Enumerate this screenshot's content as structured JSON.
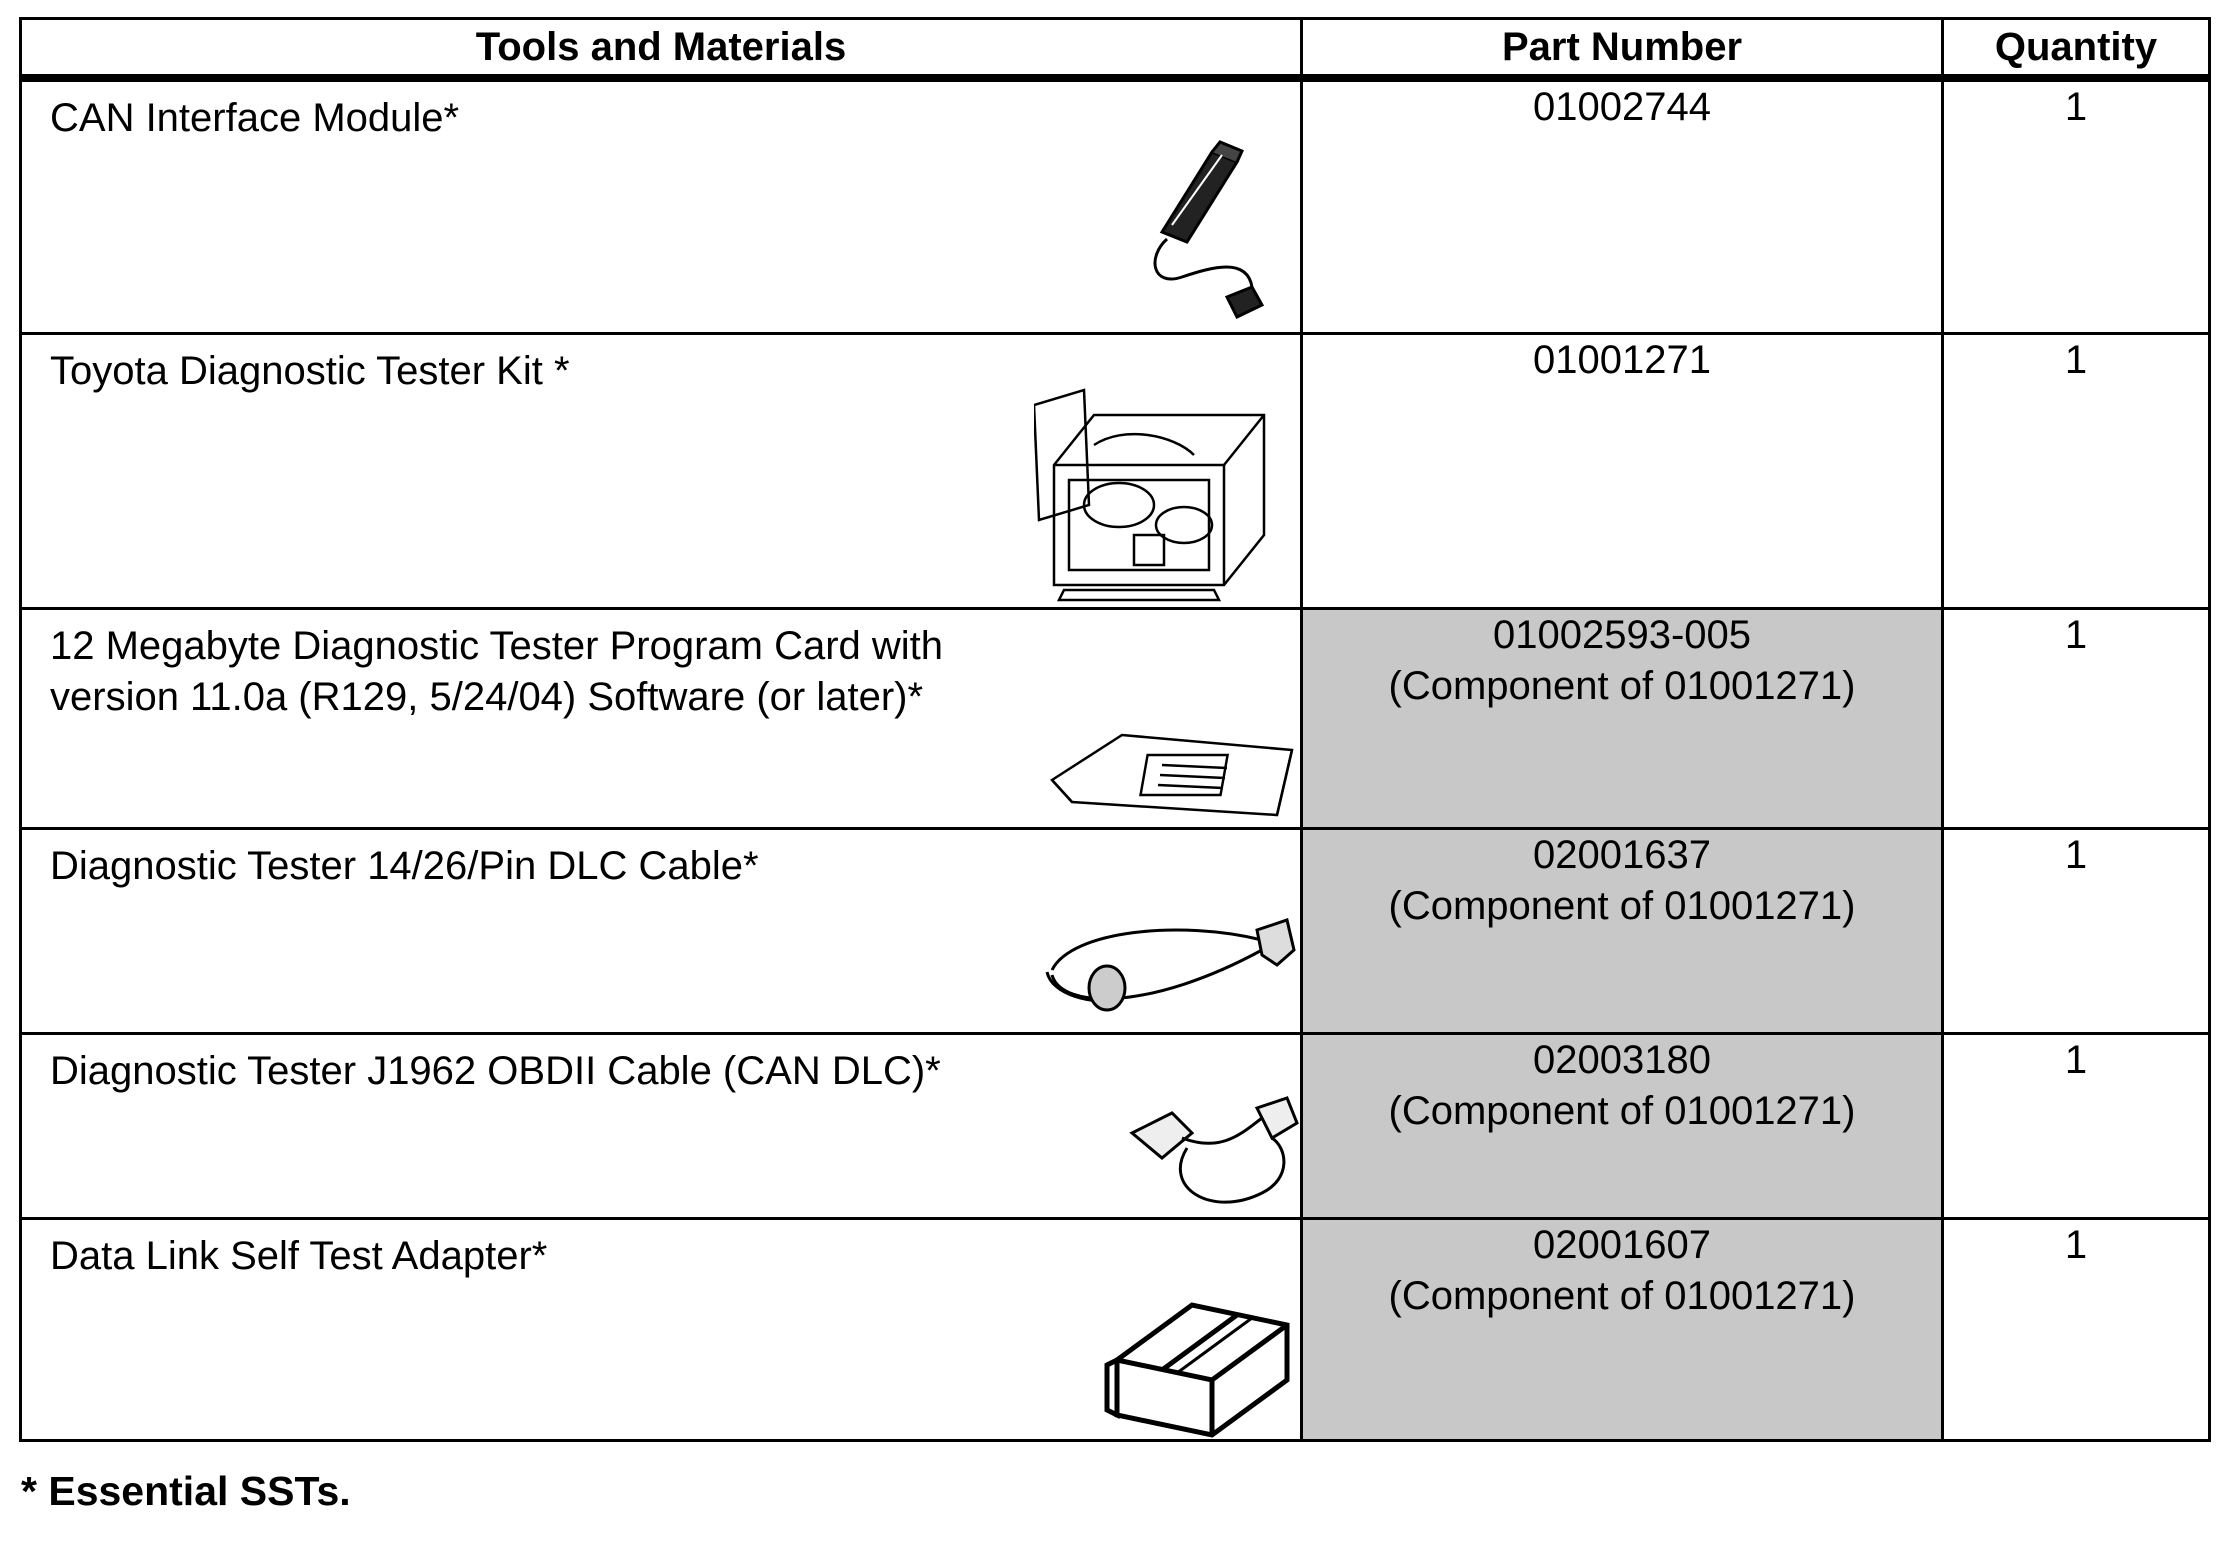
{
  "table": {
    "headers": [
      "Tools and Materials",
      "Part Number",
      "Quantity"
    ],
    "rows": [
      {
        "description": "CAN Interface Module*",
        "part_number": "01002744",
        "part_note": "",
        "quantity": "1",
        "image": "can-interface-module-icon"
      },
      {
        "description": "Toyota Diagnostic Tester Kit *",
        "part_number": "01001271",
        "part_note": "",
        "quantity": "1",
        "image": "tester-kit-case-icon"
      },
      {
        "description": "12 Megabyte Diagnostic Tester Program Card with\nversion 11.0a (R129, 5/24/04) Software (or later)*",
        "part_number": "01002593-005",
        "part_note": "(Component of 01001271)",
        "quantity": "1",
        "image": "program-card-icon"
      },
      {
        "description": "Diagnostic Tester 14/26/Pin DLC Cable*",
        "part_number": "02001637",
        "part_note": "(Component of 01001271)",
        "quantity": "1",
        "image": "dlc-cable-icon"
      },
      {
        "description": "Diagnostic Tester J1962 OBDII Cable (CAN DLC)*",
        "part_number": "02003180",
        "part_note": "(Component of 01001271)",
        "quantity": "1",
        "image": "obdii-cable-icon"
      },
      {
        "description": "Data Link Self Test Adapter*",
        "part_number": "02001607",
        "part_note": "(Component of 01001271)",
        "quantity": "1",
        "image": "self-test-adapter-icon"
      }
    ]
  },
  "footnote": "* Essential SSTs.",
  "colors": {
    "shaded_cell": "#c8c8c8",
    "border": "#000000"
  }
}
